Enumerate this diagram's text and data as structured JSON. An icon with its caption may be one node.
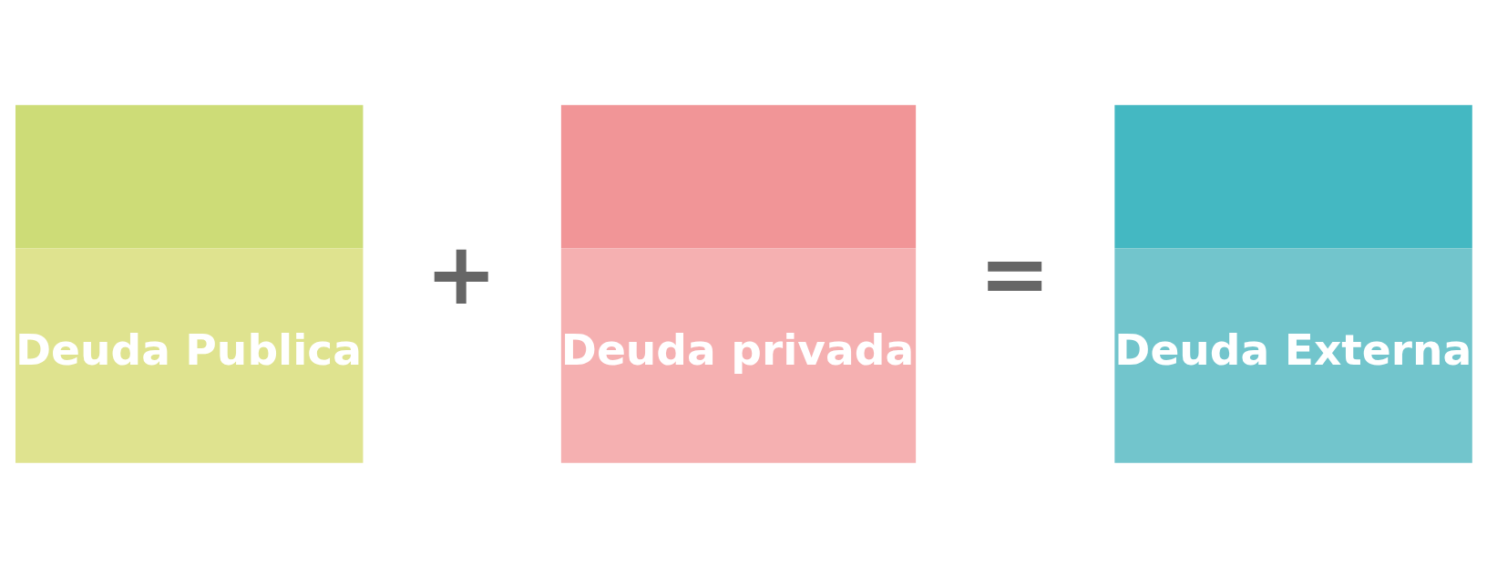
{
  "diagram": {
    "nodes": [
      {
        "text": [
          "Deuda Publica"
        ]
      },
      {
        "text": [
          "Deuda privada"
        ]
      },
      {
        "text": [
          "Deuda Externa"
        ]
      }
    ],
    "labels": [
      "+",
      "="
    ]
  }
}
